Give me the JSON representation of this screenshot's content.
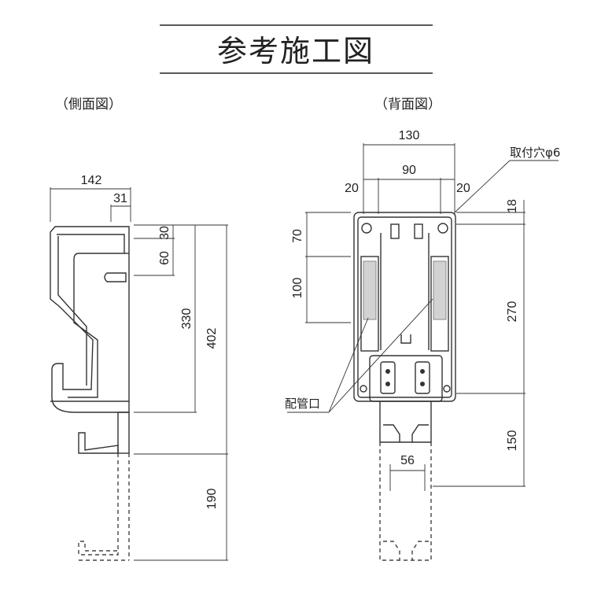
{
  "title": "参考施工図",
  "side_view": {
    "heading": "（側面図）",
    "dims": {
      "width": "142",
      "top_offset": "31",
      "d30": "30",
      "d60": "60",
      "d330": "330",
      "d402": "402",
      "d190": "190"
    }
  },
  "back_view": {
    "heading": "（背面図）",
    "dims": {
      "width": "130",
      "left20": "20",
      "center90": "90",
      "right20": "20",
      "d18": "18",
      "d70": "70",
      "d100": "100",
      "d270": "270",
      "d150": "150",
      "d56": "56"
    },
    "labels": {
      "mount_hole": "取付穴φ6",
      "pipe_port": "配管口"
    }
  }
}
